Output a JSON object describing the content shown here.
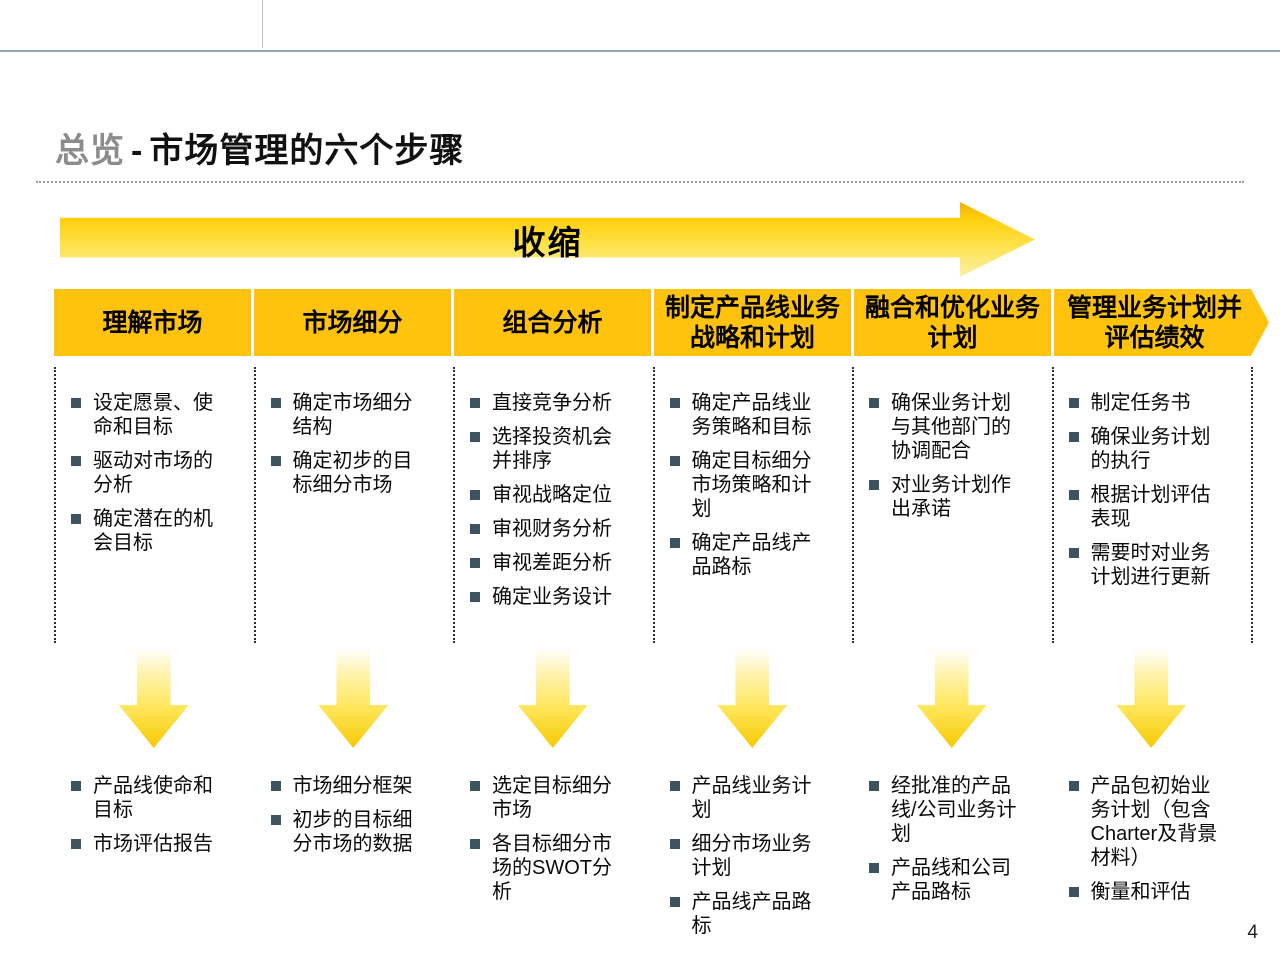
{
  "slide": {
    "title": {
      "prefix": "总览",
      "separator": "-",
      "main": "市场管理的六个步骤"
    },
    "converge_arrow_label": "收缩",
    "page_number": "4",
    "colors": {
      "accent_yellow": "#ffc30d",
      "arrow_gradient_end": "#f7c903",
      "bullet_square": "#3e5360",
      "title_gray": "#8c8c8c",
      "top_rule": "#8fa8b2"
    },
    "steps": [
      {
        "header": "理解市场",
        "activities": [
          "设定愿景、使命和目标",
          "驱动对市场的分析",
          "确定潜在的机会目标"
        ],
        "outputs": [
          "产品线使命和目标",
          "市场评估报告"
        ]
      },
      {
        "header": "市场细分",
        "activities": [
          "确定市场细分结构",
          "确定初步的目标细分市场"
        ],
        "outputs": [
          "市场细分框架",
          "初步的目标细分市场的数据"
        ]
      },
      {
        "header": "组合分析",
        "activities": [
          "直接竞争分析",
          "选择投资机会并排序",
          "审视战略定位",
          "审视财务分析",
          "审视差距分析",
          "确定业务设计"
        ],
        "outputs": [
          "选定目标细分市场",
          "各目标细分市场的SWOT分析"
        ]
      },
      {
        "header": "制定产品线业务战略和计划",
        "activities": [
          "确定产品线业务策略和目标",
          "确定目标细分市场策略和计划",
          "确定产品线产品路标"
        ],
        "outputs": [
          "产品线业务计划",
          "细分市场业务计划",
          "产品线产品路标"
        ]
      },
      {
        "header": "融合和优化业务计划",
        "activities": [
          "确保业务计划与其他部门的协调配合",
          "对业务计划作出承诺"
        ],
        "outputs": [
          "经批准的产品线/公司业务计划",
          "产品线和公司产品路标"
        ]
      },
      {
        "header": "管理业务计划并评估绩效",
        "activities": [
          "制定任务书",
          "确保业务计划的执行",
          "根据计划评估表现",
          "需要时对业务计划进行更新"
        ],
        "outputs": [
          "产品包初始业务计划（包含Charter及背景材料）",
          "衡量和评估"
        ]
      }
    ]
  }
}
